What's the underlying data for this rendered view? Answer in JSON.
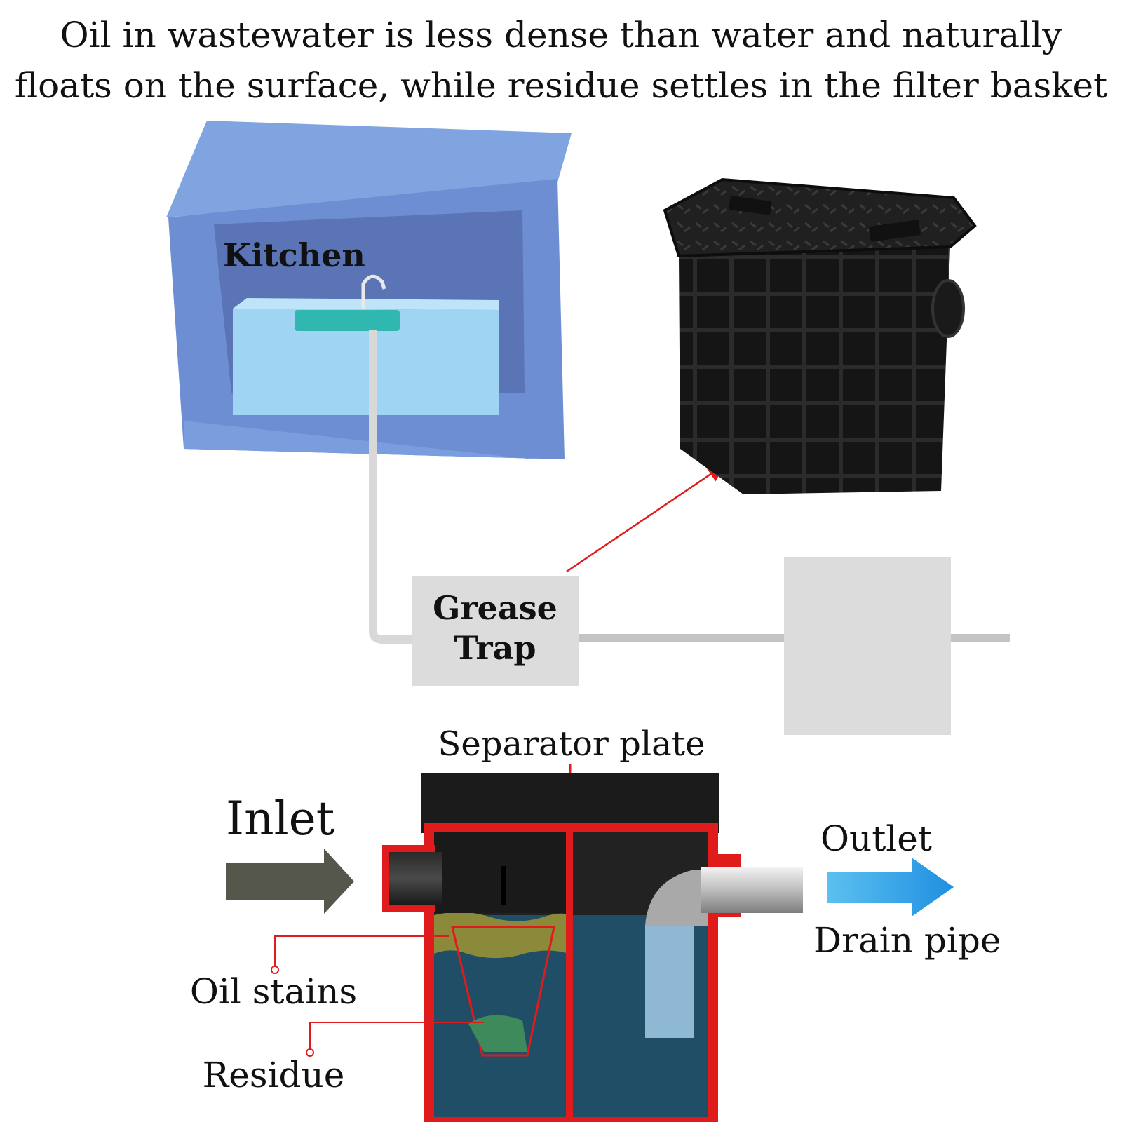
{
  "headline": {
    "line1": "Oil in wastewater is less dense than water and naturally",
    "line2": "floats on the surface, while residue settles in the filter basket"
  },
  "labels": {
    "kitchen": "Kitchen",
    "grease_trap_line1": "Grease",
    "grease_trap_line2": "Trap",
    "separator_plate": "Separator plate",
    "inlet": "Inlet",
    "outlet": "Outlet",
    "drain_pipe": "Drain pipe",
    "oil_stains": "Oil stains",
    "residue": "Residue"
  },
  "colors": {
    "kitchen_room": "#6b8fd6",
    "cabinet": "#94cdf0",
    "sink": "#2fb7b0",
    "trap_box": "#dcdcdc",
    "pipe": "#c9c9c9",
    "tank_body": "#1a1a1a",
    "water": "#1f4e66",
    "oil_layer": "#8a8a3a",
    "accent_red": "#e01b1b",
    "inlet_arrow": "#55574d",
    "outlet_arrow": "#2aa0e6"
  }
}
